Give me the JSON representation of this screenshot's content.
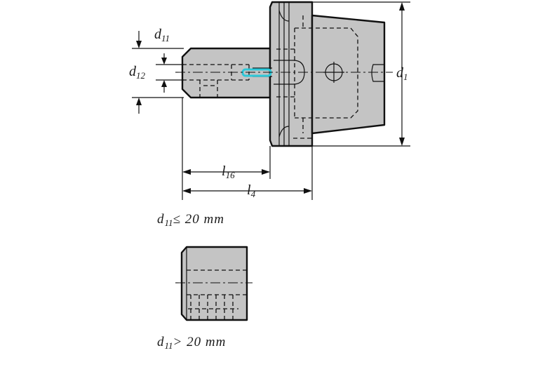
{
  "labels": {
    "d11": {
      "main": "d",
      "sub": "11"
    },
    "d12": {
      "main": "d",
      "sub": "12"
    },
    "d1": {
      "main": "d",
      "sub": "1"
    },
    "l16": {
      "main": "l",
      "sub": "16"
    },
    "l4": {
      "main": "l",
      "sub": "4"
    }
  },
  "captions": {
    "small": {
      "main": "d",
      "sub": "11",
      "rest": "≤ 20 mm"
    },
    "large": {
      "main": "d",
      "sub": "11",
      "rest": "> 20 mm"
    }
  },
  "colors": {
    "body": "#c4c4c4",
    "line": "#111111",
    "coolant": "#2ec8d8"
  }
}
